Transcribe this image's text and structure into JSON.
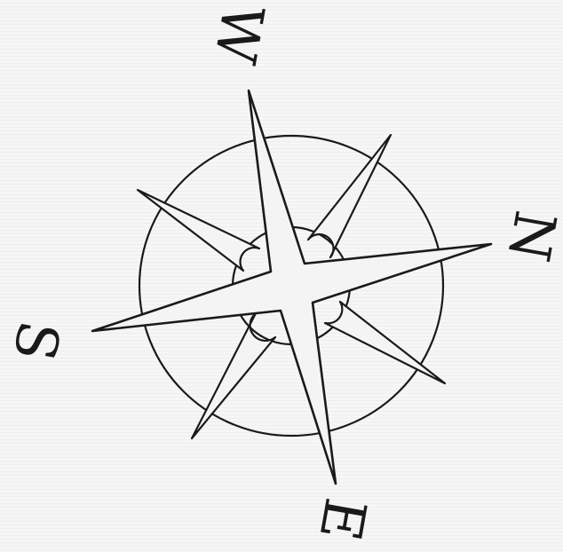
{
  "compass": {
    "north_label": "N",
    "south_label": "S",
    "east_label": "E",
    "west_label": "W"
  },
  "colors": {
    "ink": "#1a1a1a",
    "paper": "#f4f4f4"
  }
}
